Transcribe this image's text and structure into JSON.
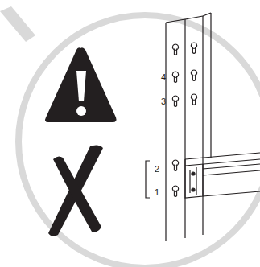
{
  "diagram": {
    "labels": [
      "4",
      "3",
      "2",
      "1"
    ]
  }
}
